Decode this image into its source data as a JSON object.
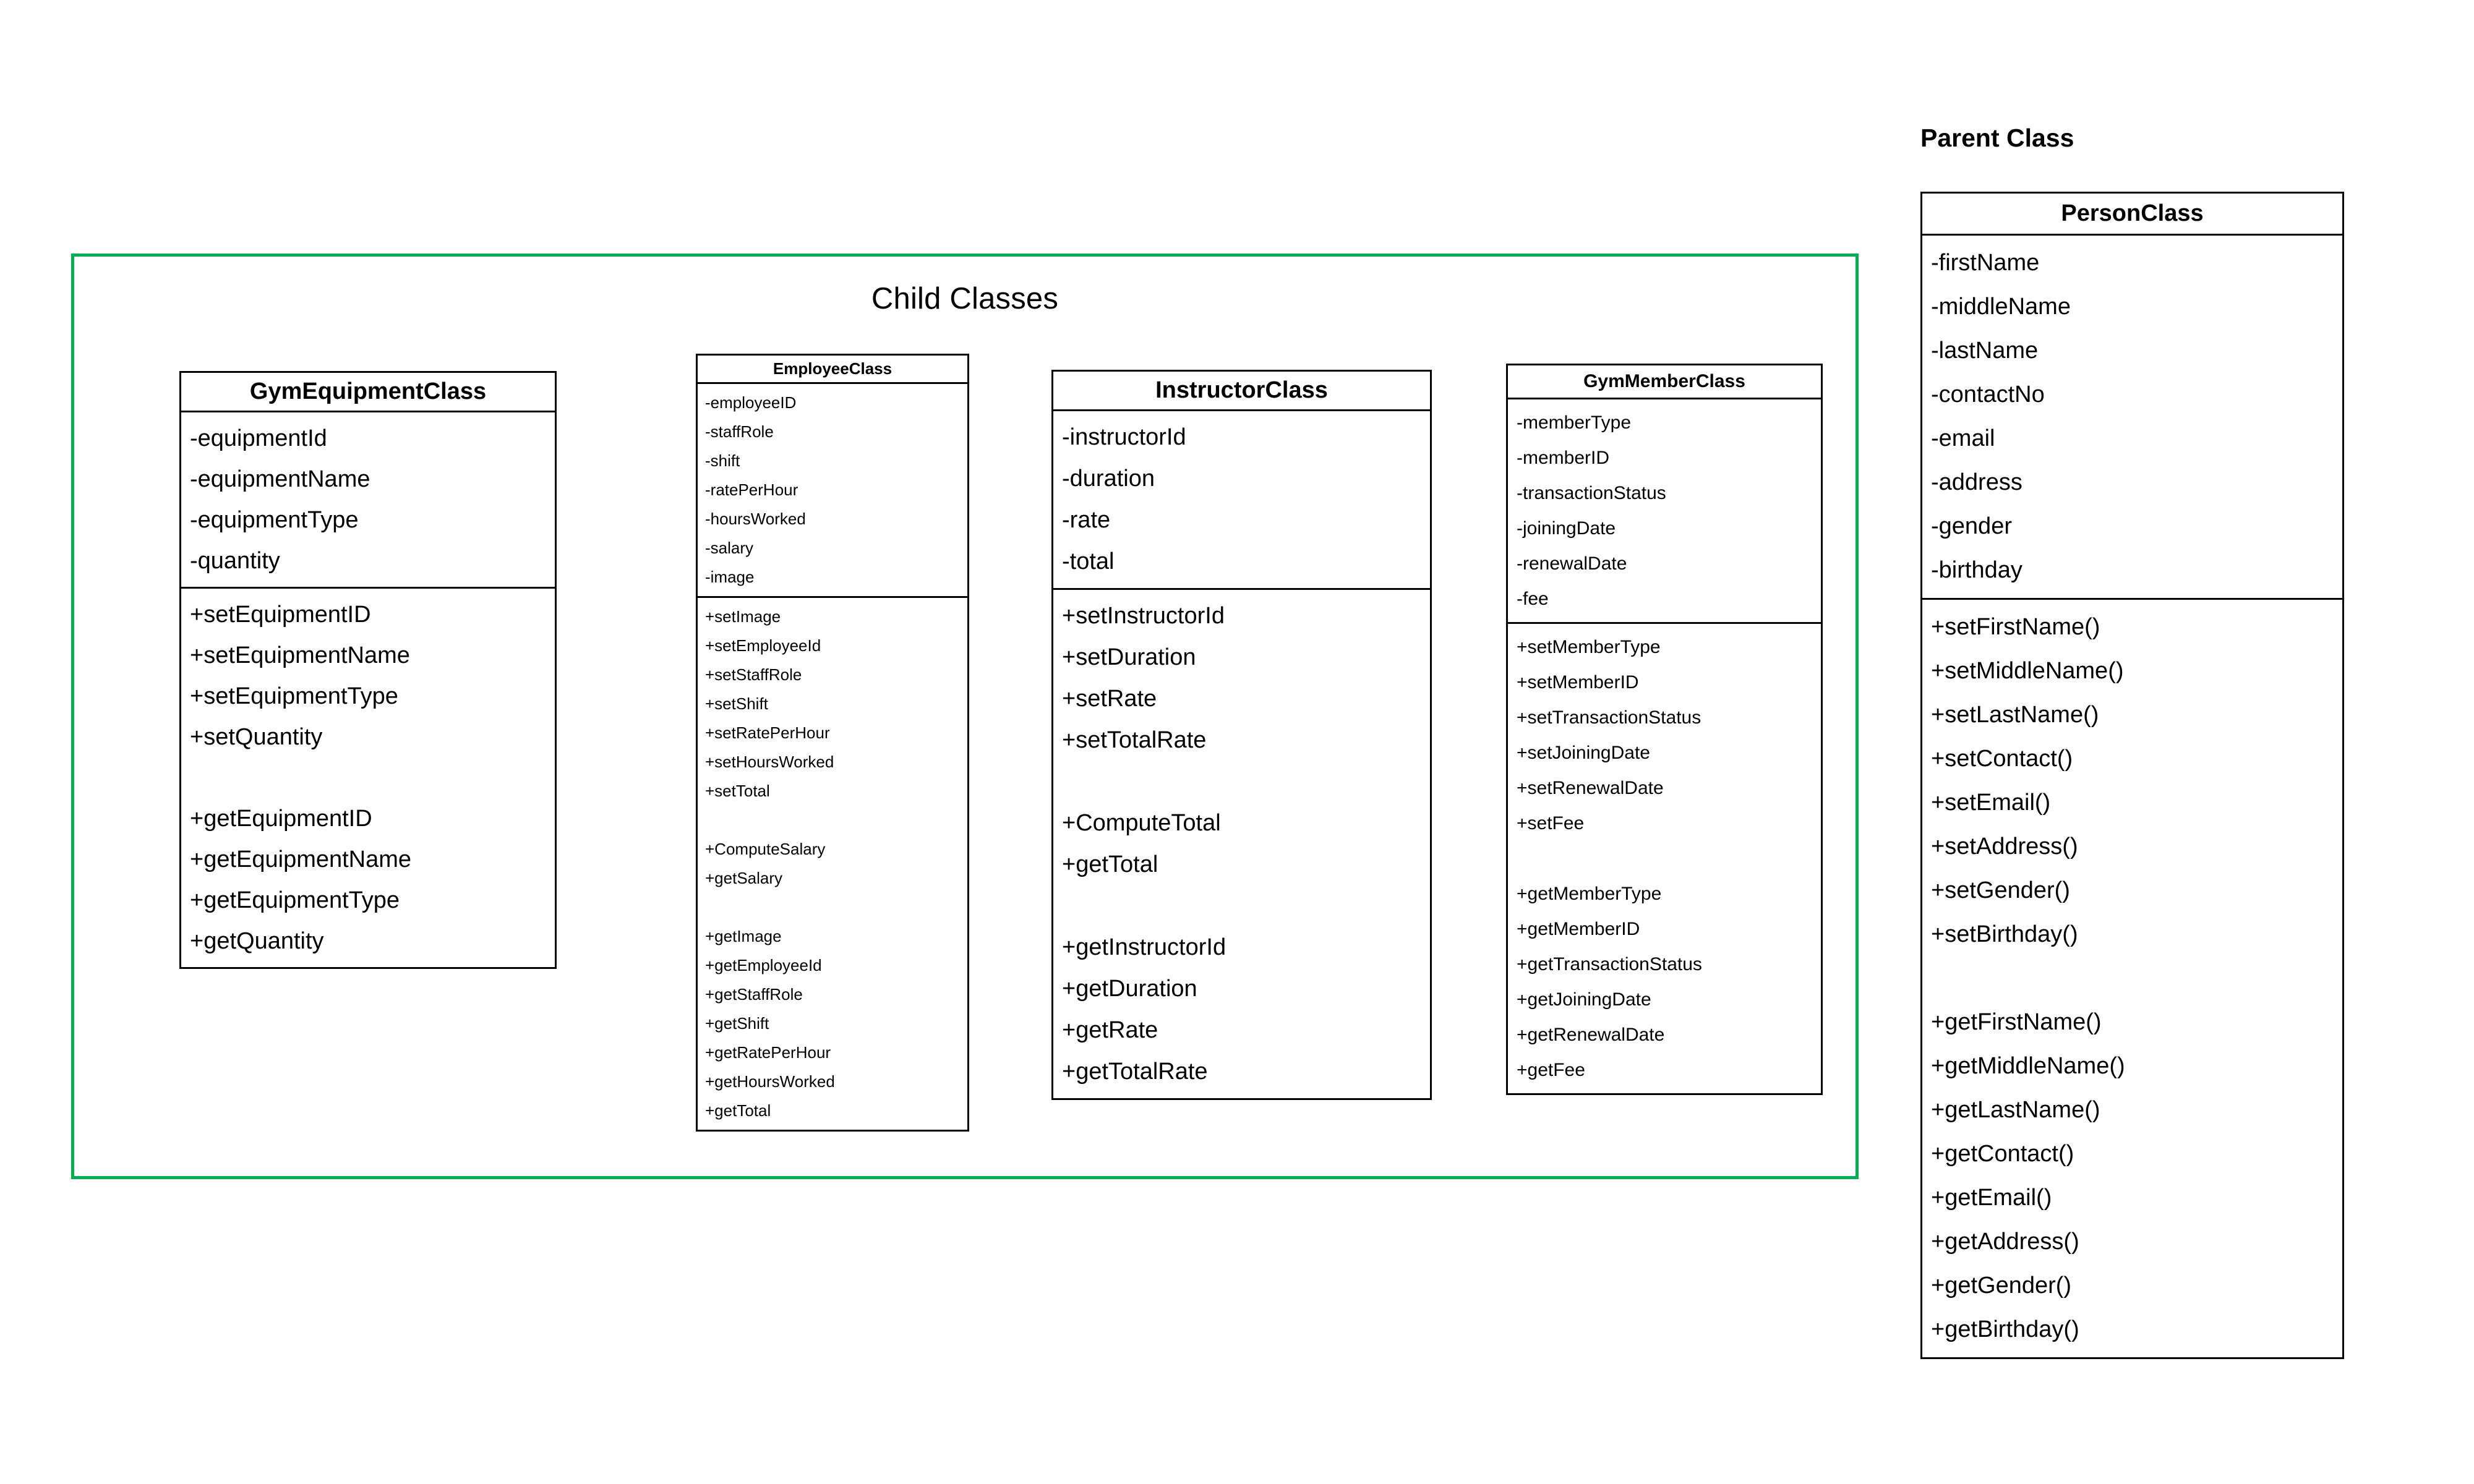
{
  "diagram": {
    "child_group_title": "Child Classes",
    "parent_group_title": "Parent Class",
    "accent_color": "#00B050",
    "border_color": "#000000"
  },
  "classes": {
    "gym_equipment": {
      "name": "GymEquipmentClass",
      "attributes": [
        "-equipmentId",
        "-equipmentName",
        "-equipmentType",
        "-quantity"
      ],
      "methods": [
        "+setEquipmentID",
        "+setEquipmentName",
        "+setEquipmentType",
        "+setQuantity",
        "",
        "+getEquipmentID",
        "+getEquipmentName",
        "+getEquipmentType",
        "+getQuantity"
      ]
    },
    "employee": {
      "name": "EmployeeClass",
      "attributes": [
        "-employeeID",
        "-staffRole",
        "-shift",
        "-ratePerHour",
        "-hoursWorked",
        "-salary",
        "-image"
      ],
      "methods": [
        "+setImage",
        "+setEmployeeId",
        "+setStaffRole",
        "+setShift",
        "+setRatePerHour",
        "+setHoursWorked",
        "+setTotal",
        "",
        "+ComputeSalary",
        "+getSalary",
        "",
        "+getImage",
        "+getEmployeeId",
        "+getStaffRole",
        "+getShift",
        "+getRatePerHour",
        "+getHoursWorked",
        "+getTotal"
      ]
    },
    "instructor": {
      "name": "InstructorClass",
      "attributes": [
        "-instructorId",
        "-duration",
        "-rate",
        "-total"
      ],
      "methods": [
        "+setInstructorId",
        "+setDuration",
        "+setRate",
        "+setTotalRate",
        "",
        "+ComputeTotal",
        "+getTotal",
        "",
        "+getInstructorId",
        "+getDuration",
        "+getRate",
        "+getTotalRate"
      ]
    },
    "gym_member": {
      "name": "GymMemberClass",
      "attributes": [
        "-memberType",
        "-memberID",
        "-transactionStatus",
        "-joiningDate",
        "-renewalDate",
        "-fee"
      ],
      "methods": [
        "+setMemberType",
        "+setMemberID",
        "+setTransactionStatus",
        "+setJoiningDate",
        "+setRenewalDate",
        "+setFee",
        "",
        "+getMemberType",
        "+getMemberID",
        "+getTransactionStatus",
        "+getJoiningDate",
        "+getRenewalDate",
        "+getFee"
      ]
    },
    "person": {
      "name": "PersonClass",
      "attributes": [
        "-firstName",
        "-middleName",
        "-lastName",
        "-contactNo",
        "-email",
        "-address",
        "-gender",
        "-birthday"
      ],
      "methods": [
        "+setFirstName()",
        "+setMiddleName()",
        "+setLastName()",
        "+setContact()",
        "+setEmail()",
        "+setAddress()",
        "+setGender()",
        "+setBirthday()",
        "",
        "+getFirstName()",
        "+getMiddleName()",
        "+getLastName()",
        "+getContact()",
        "+getEmail()",
        "+getAddress()",
        "+getGender()",
        "+getBirthday()"
      ]
    }
  }
}
